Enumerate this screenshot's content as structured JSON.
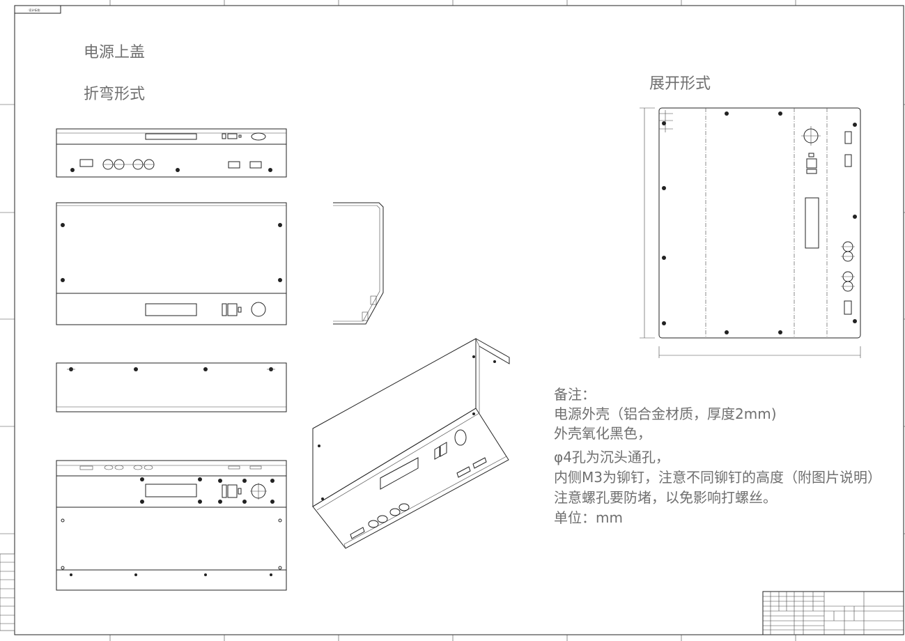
{
  "drawing": {
    "corner_label": "·设计标准·",
    "title_top": "电源上盖",
    "title_bent": "折弯形式",
    "title_unfold": "展开形式"
  },
  "notes": [
    "备注：",
    "电源外壳（铝合金材质，厚度2mm)",
    "外壳氧化黑色，",
    "φ4孔为沉头通孔，",
    "内侧M3为铆钉，注意不同铆钉的高度（附图片说明）",
    "注意螺孔要防堵，以免影响打螺丝。",
    "单位：mm"
  ],
  "colors": {
    "line": "#222222",
    "note": "#6f6f6f"
  },
  "icons": [
    "border-frame",
    "bent-view",
    "unfold-view",
    "isometric-view",
    "title-block"
  ]
}
